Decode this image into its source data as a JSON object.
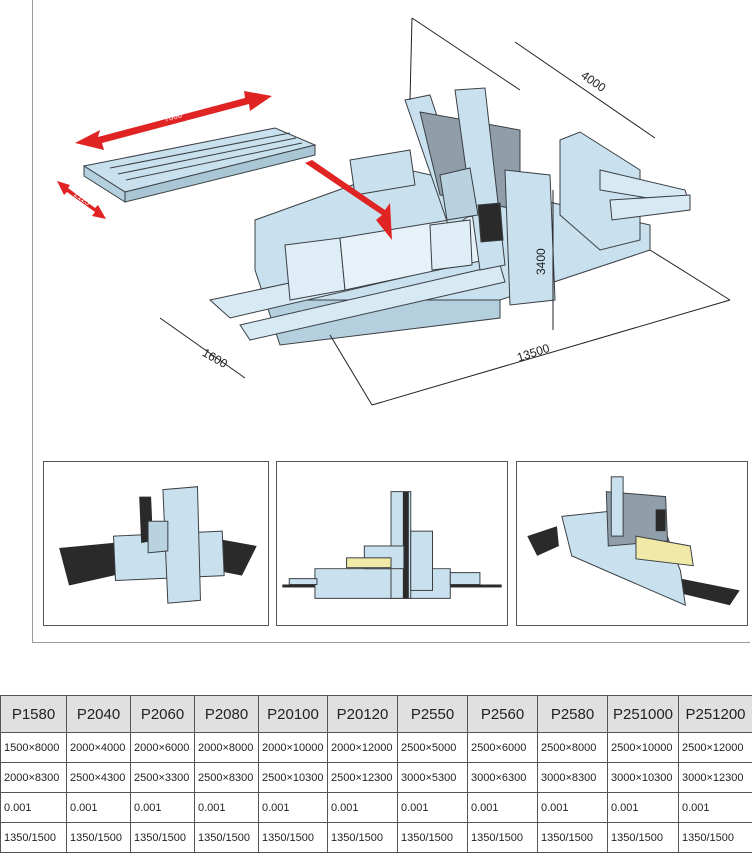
{
  "drawing": {
    "dimensions": {
      "gantry_width": "4000",
      "height": "3400",
      "length": "13500",
      "side": "1600",
      "table_length": "7000",
      "table_width": "2125"
    }
  },
  "thumbnails": [
    {
      "name": "top-view"
    },
    {
      "name": "front-view"
    },
    {
      "name": "iso-view"
    }
  ],
  "spec_table": {
    "headers": [
      "P1580",
      "P2040",
      "P2060",
      "P2080",
      "P20100",
      "P20120",
      "P2550",
      "P2560",
      "P2580",
      "P251000",
      "P251200"
    ],
    "rows": [
      [
        "1500×8000",
        "2000×4000",
        "2000×6000",
        "2000×8000",
        "2000×10000",
        "2000×12000",
        "2500×5000",
        "2500×6000",
        "2500×8000",
        "2500×10000",
        "2500×12000"
      ],
      [
        "2000×8300",
        "2500×4300",
        "2500×3300",
        "2500×8300",
        "2500×10300",
        "2500×12300",
        "3000×5300",
        "3000×6300",
        "3000×8300",
        "3000×10300",
        "3000×12300"
      ],
      [
        "0.001",
        "0.001",
        "0.001",
        "0.001",
        "0.001",
        "0.001",
        "0.001",
        "0.001",
        "0.001",
        "0.001",
        "0.001"
      ],
      [
        "1350/1500",
        "1350/1500",
        "1350/1500",
        "1350/1500",
        "1350/1500",
        "1350/1500",
        "1350/1500",
        "1350/1500",
        "1350/1500",
        "1350/1500",
        "1350/1500"
      ]
    ]
  },
  "colors": {
    "machine_fill": "#c9e1ee",
    "machine_stroke": "#3a3f44",
    "arrow_red": "#e02424",
    "table_header_bg": "#e0e0e0",
    "dark_rail": "#2a2a2a"
  }
}
